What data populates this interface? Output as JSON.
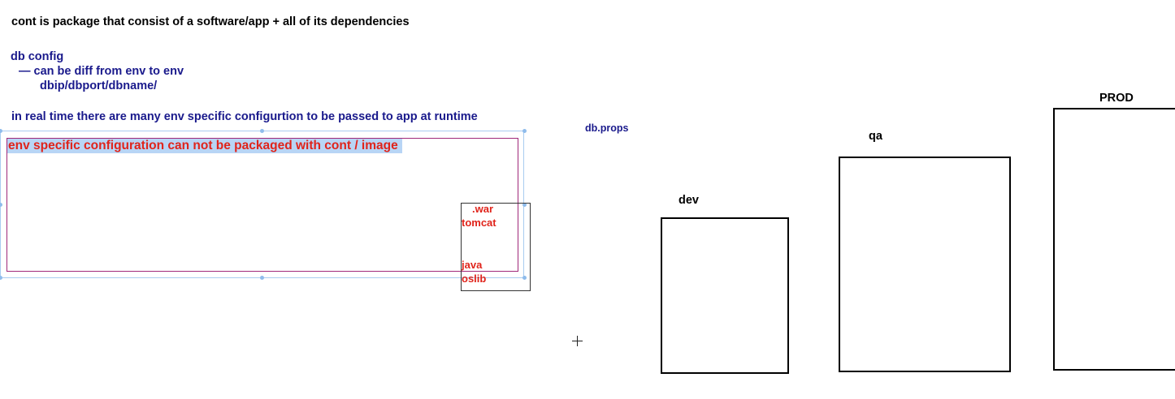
{
  "notes": {
    "headline": "cont is package that consist of a software/app + all of its dependencies",
    "db_config": "db config",
    "db_config_diff": "— can be diff from env to env",
    "db_config_params": "dbip/dbport/dbname/",
    "realtime_note": "in real time there are many env specific configurtion to be passed to app at runtime",
    "db_props": "db.props"
  },
  "selected_box": {
    "text": "env specific configuration can not be packaged with cont / image"
  },
  "image_box": {
    "war": ".war",
    "tomcat": "tomcat",
    "java": "java",
    "oslib": "oslib"
  },
  "environments": {
    "dev": "dev",
    "qa": "qa",
    "prod": "PROD"
  },
  "colors": {
    "blue_text": "#1a1a8c",
    "red_text": "#e0241b",
    "selection_highlight": "#b8d5f5",
    "selection_frame": "#a9ccf0",
    "magenta_border": "#a0287a"
  }
}
